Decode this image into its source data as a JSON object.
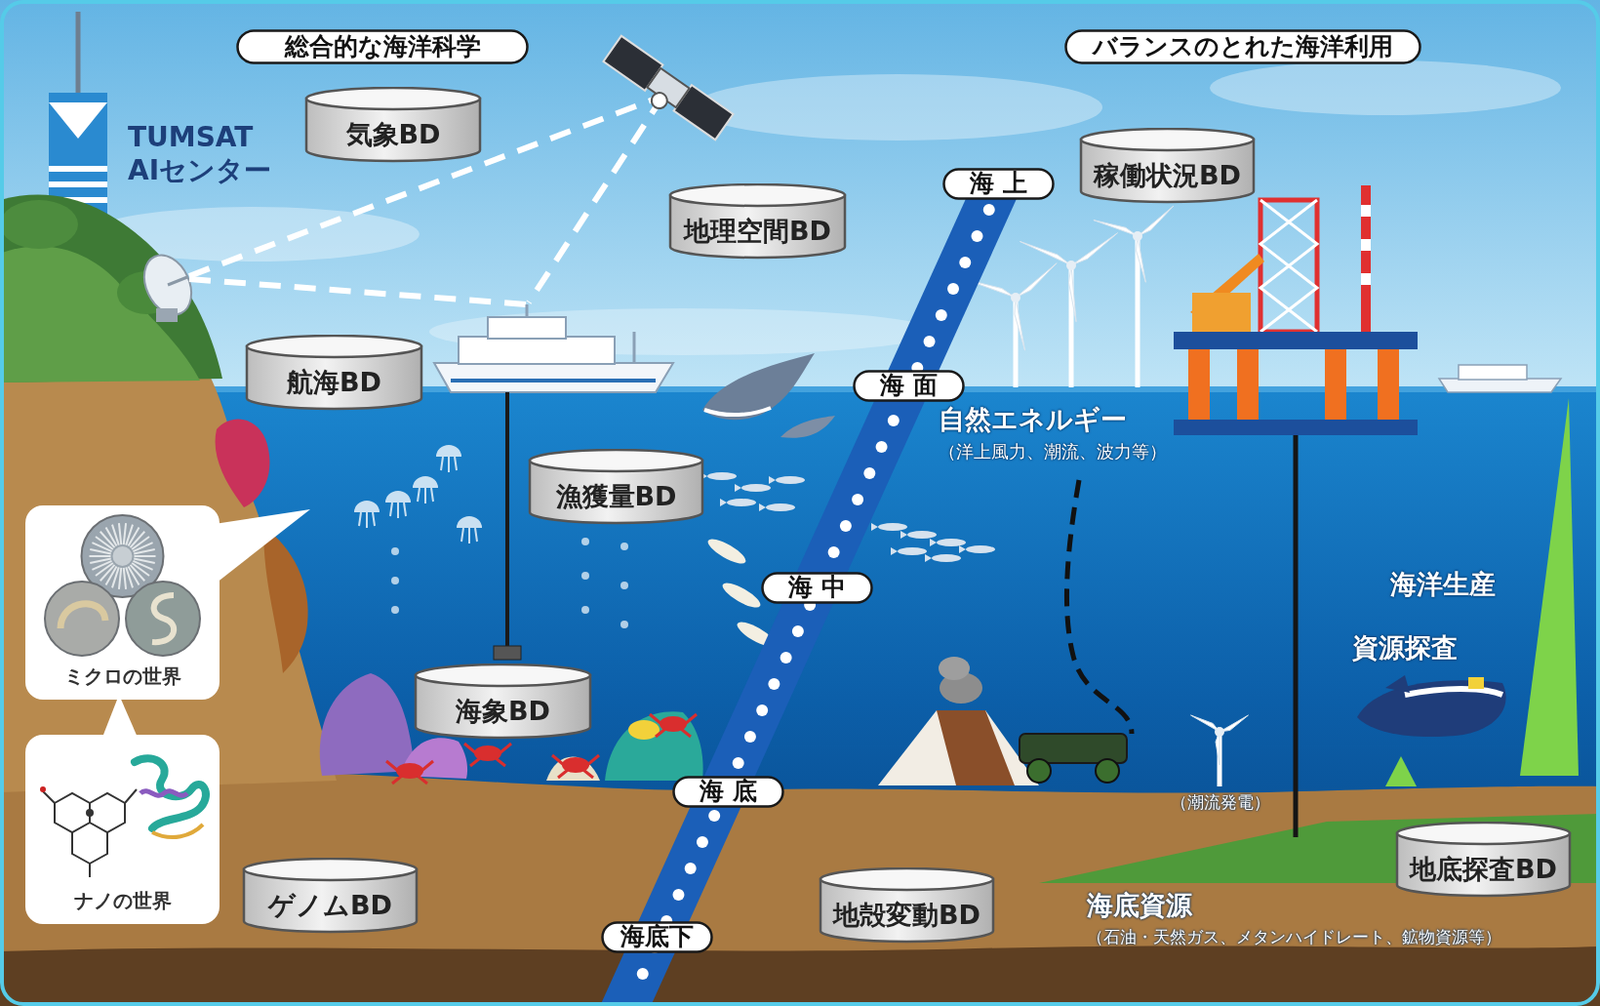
{
  "diagram": {
    "nodes": [
      {
        "text": [
          "総合的な海洋科学"
        ]
      },
      {
        "text": [
          "バランスのとれた海洋利用"
        ]
      },
      {
        "text": [
          "気象BD"
        ]
      },
      {
        "text": [
          "稼働状況BD"
        ]
      },
      {
        "text": [
          "地理空間BD"
        ]
      },
      {
        "text": [
          "海 上"
        ]
      },
      {
        "text": [
          "航海BD"
        ]
      },
      {
        "text": [
          "海 面"
        ]
      },
      {
        "text": [
          "漁獲量BD"
        ]
      },
      {
        "text": [
          "ミクロの世界"
        ]
      },
      {
        "text": [
          "海 中"
        ]
      },
      {
        "text": [
          "海象BD"
        ]
      },
      {
        "text": [
          "海 底"
        ]
      },
      {
        "text": [
          "ナノの世界"
        ]
      },
      {
        "text": [
          "ゲノムBD"
        ]
      },
      {
        "text": [
          "地殻変動BD"
        ]
      },
      {
        "text": [
          "地底探査BD"
        ]
      },
      {
        "text": [
          "海底下"
        ]
      }
    ],
    "labels": [
      "TUMSAT AIセンター",
      "自然エネルギー",
      "（洋上風力、潮流、波力等）",
      "海洋生産",
      "資源探査",
      "（潮流発電）",
      "海底資源",
      "（石油・天然ガス、メタンハイドレート、鉱物資源等）"
    ]
  }
}
